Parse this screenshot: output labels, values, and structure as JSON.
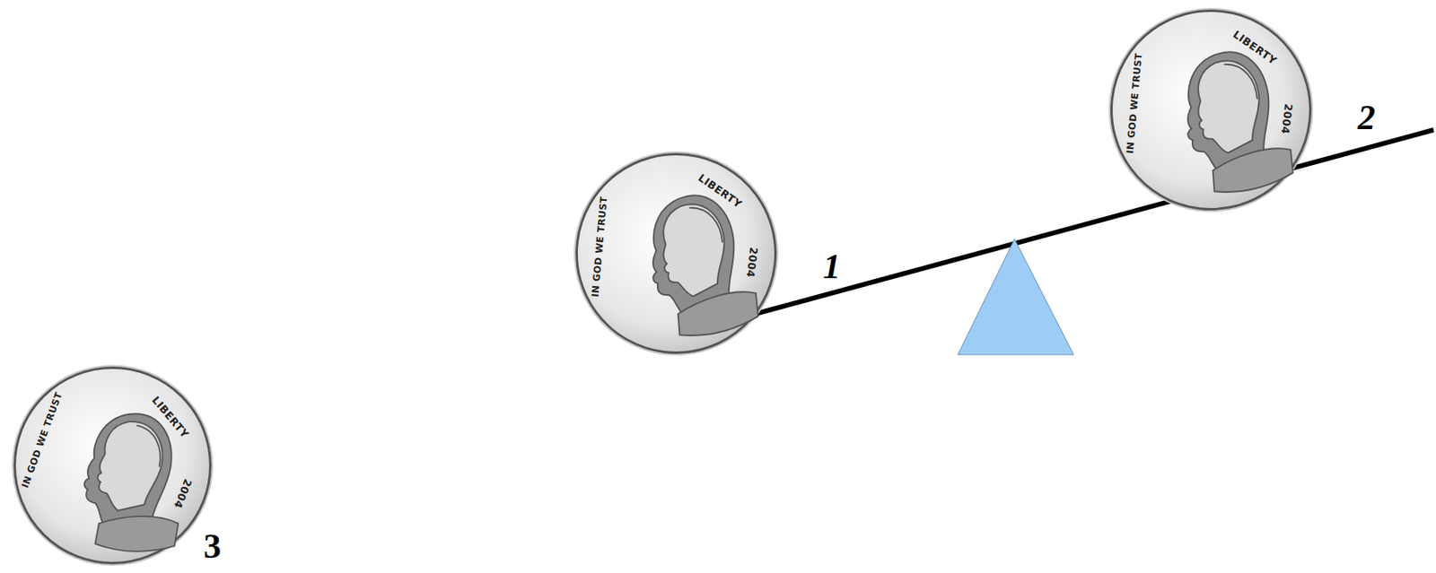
{
  "diagram": {
    "nodes": [
      {
        "text": [
          "IN GOD WE TRUST",
          "LIBERTY",
          "2004"
        ]
      },
      {
        "text": [
          "IN GOD WE TRUST",
          "LIBERTY",
          "2004"
        ]
      },
      {
        "text": [
          "IN GOD WE TRUST",
          "LIBERTY",
          "2004"
        ]
      }
    ],
    "labels": [
      "1",
      "2",
      "3"
    ]
  }
}
